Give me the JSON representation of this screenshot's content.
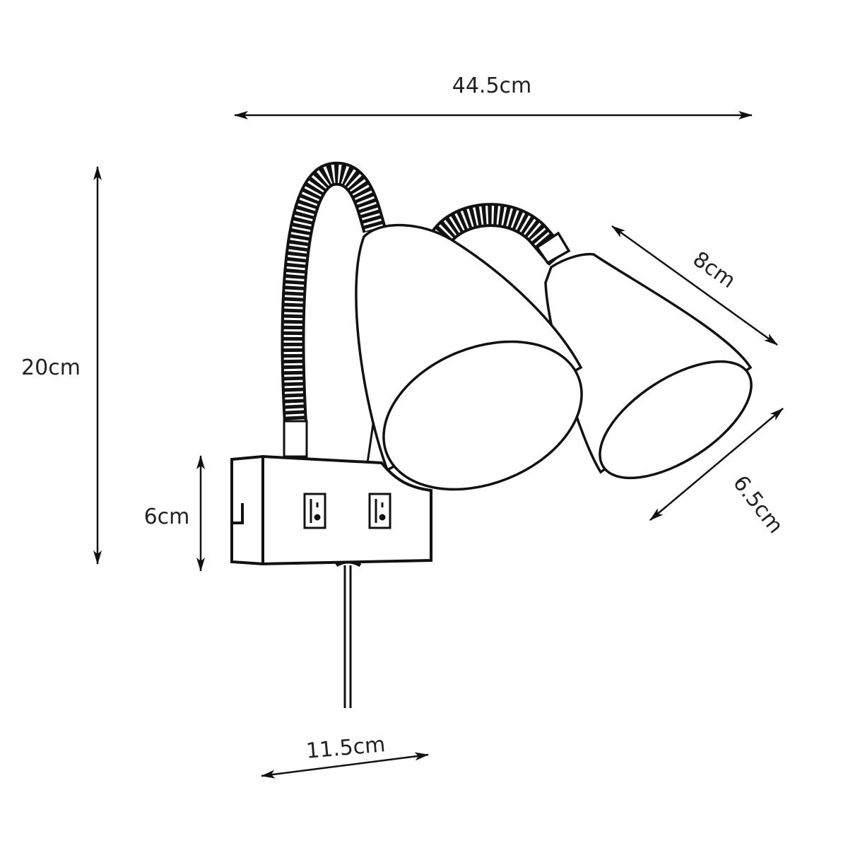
{
  "dimensions": {
    "width": "44.5cm",
    "height": "20cm",
    "base_height": "6cm",
    "shade_length": "8cm",
    "shade_diameter": "6.5cm",
    "base_width": "11.5cm"
  },
  "colors": {
    "line": "#111111",
    "background": "#ffffff",
    "text": "#222222"
  }
}
